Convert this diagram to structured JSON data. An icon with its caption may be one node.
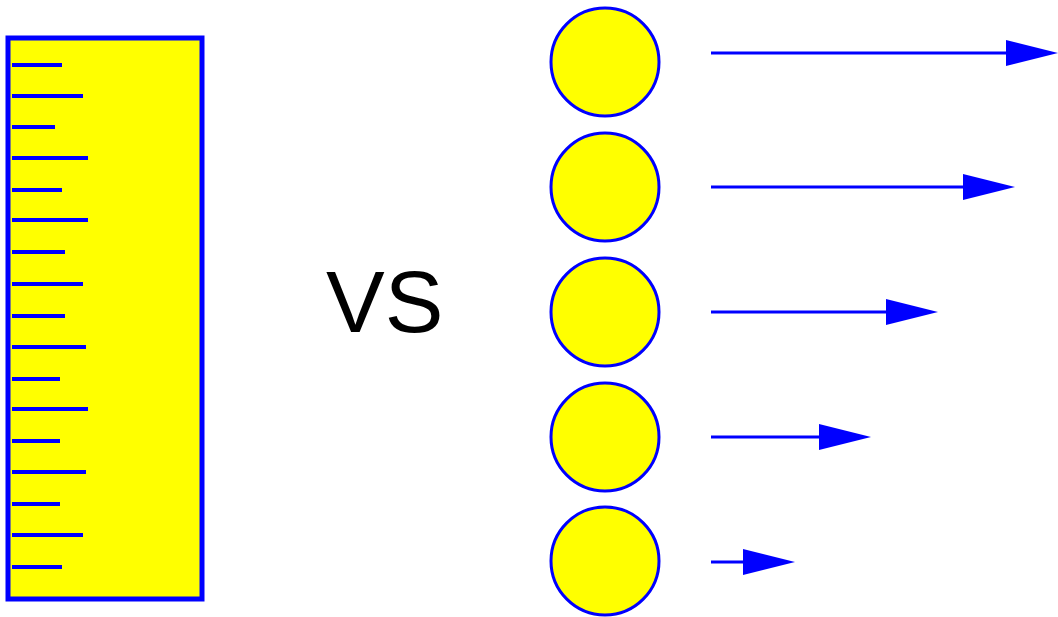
{
  "diagram": {
    "nodes": [
      {
        "text": [],
        "shape": "circle"
      },
      {
        "text": [],
        "shape": "circle"
      },
      {
        "text": [],
        "shape": "circle"
      },
      {
        "text": [],
        "shape": "circle"
      },
      {
        "text": [],
        "shape": "circle"
      }
    ],
    "labels": [
      "VS"
    ]
  }
}
